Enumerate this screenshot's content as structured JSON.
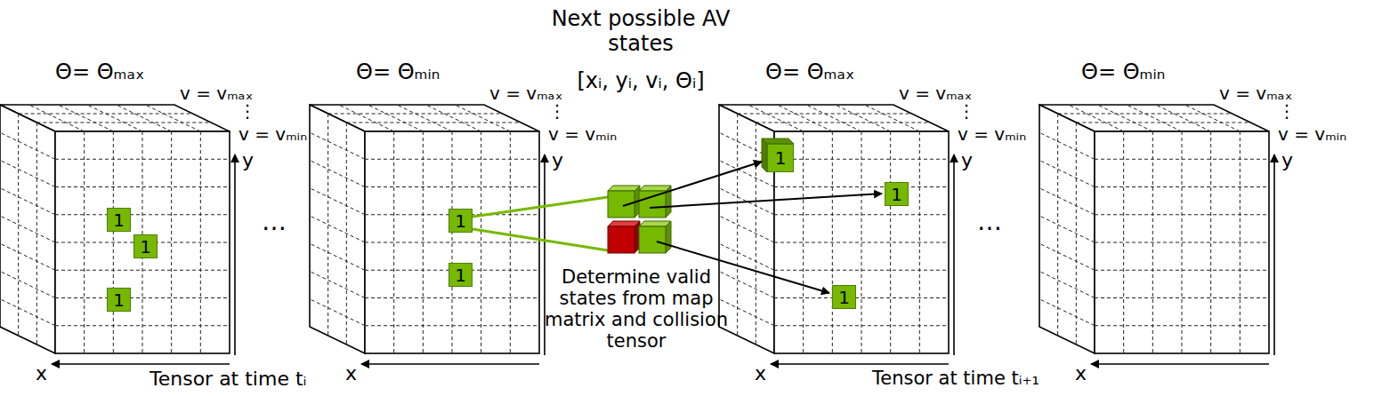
{
  "diagram": {
    "nodes": [
      {
        "text": [
          "Θ= Θₘₐₓ"
        ]
      },
      {
        "text": [
          "1"
        ],
        "in": 0
      },
      {
        "text": [
          "1"
        ],
        "in": 0
      },
      {
        "text": [
          "1"
        ],
        "in": 0
      },
      {
        "text": [
          "Θ= Θₘᵢₙ"
        ]
      },
      {
        "text": [
          "1"
        ],
        "in": 4
      },
      {
        "text": [
          "1"
        ],
        "in": 4
      },
      {
        "text": [
          "Θ= Θₘₐₓ"
        ]
      },
      {
        "text": [
          "1"
        ],
        "in": 7
      },
      {
        "text": [
          "1"
        ],
        "in": 7
      },
      {
        "text": [
          "1"
        ],
        "in": 7
      },
      {
        "text": [
          "Θ= Θₘᵢₙ"
        ]
      }
    ],
    "labels": [
      "v = vₘₐₓ",
      "⋮",
      "v = vₘᵢₙ",
      "y",
      "x",
      "…",
      "v = vₘₐₓ",
      "⋮",
      "v = vₘᵢₙ",
      "y",
      "x",
      "Next possible AV states",
      "[xᵢ, yᵢ, vᵢ, Θᵢ]",
      "Determine valid states from map matrix and collision tensor",
      "v = vₘₐₓ",
      "⋮",
      "v = vₘᵢₙ",
      "y",
      "x",
      "…",
      "v = vₘₐₓ",
      "⋮",
      "v = vₘᵢₙ",
      "y",
      "x",
      "Tensor at time tᵢ",
      "Tensor at time tᵢ₊₁"
    ]
  }
}
